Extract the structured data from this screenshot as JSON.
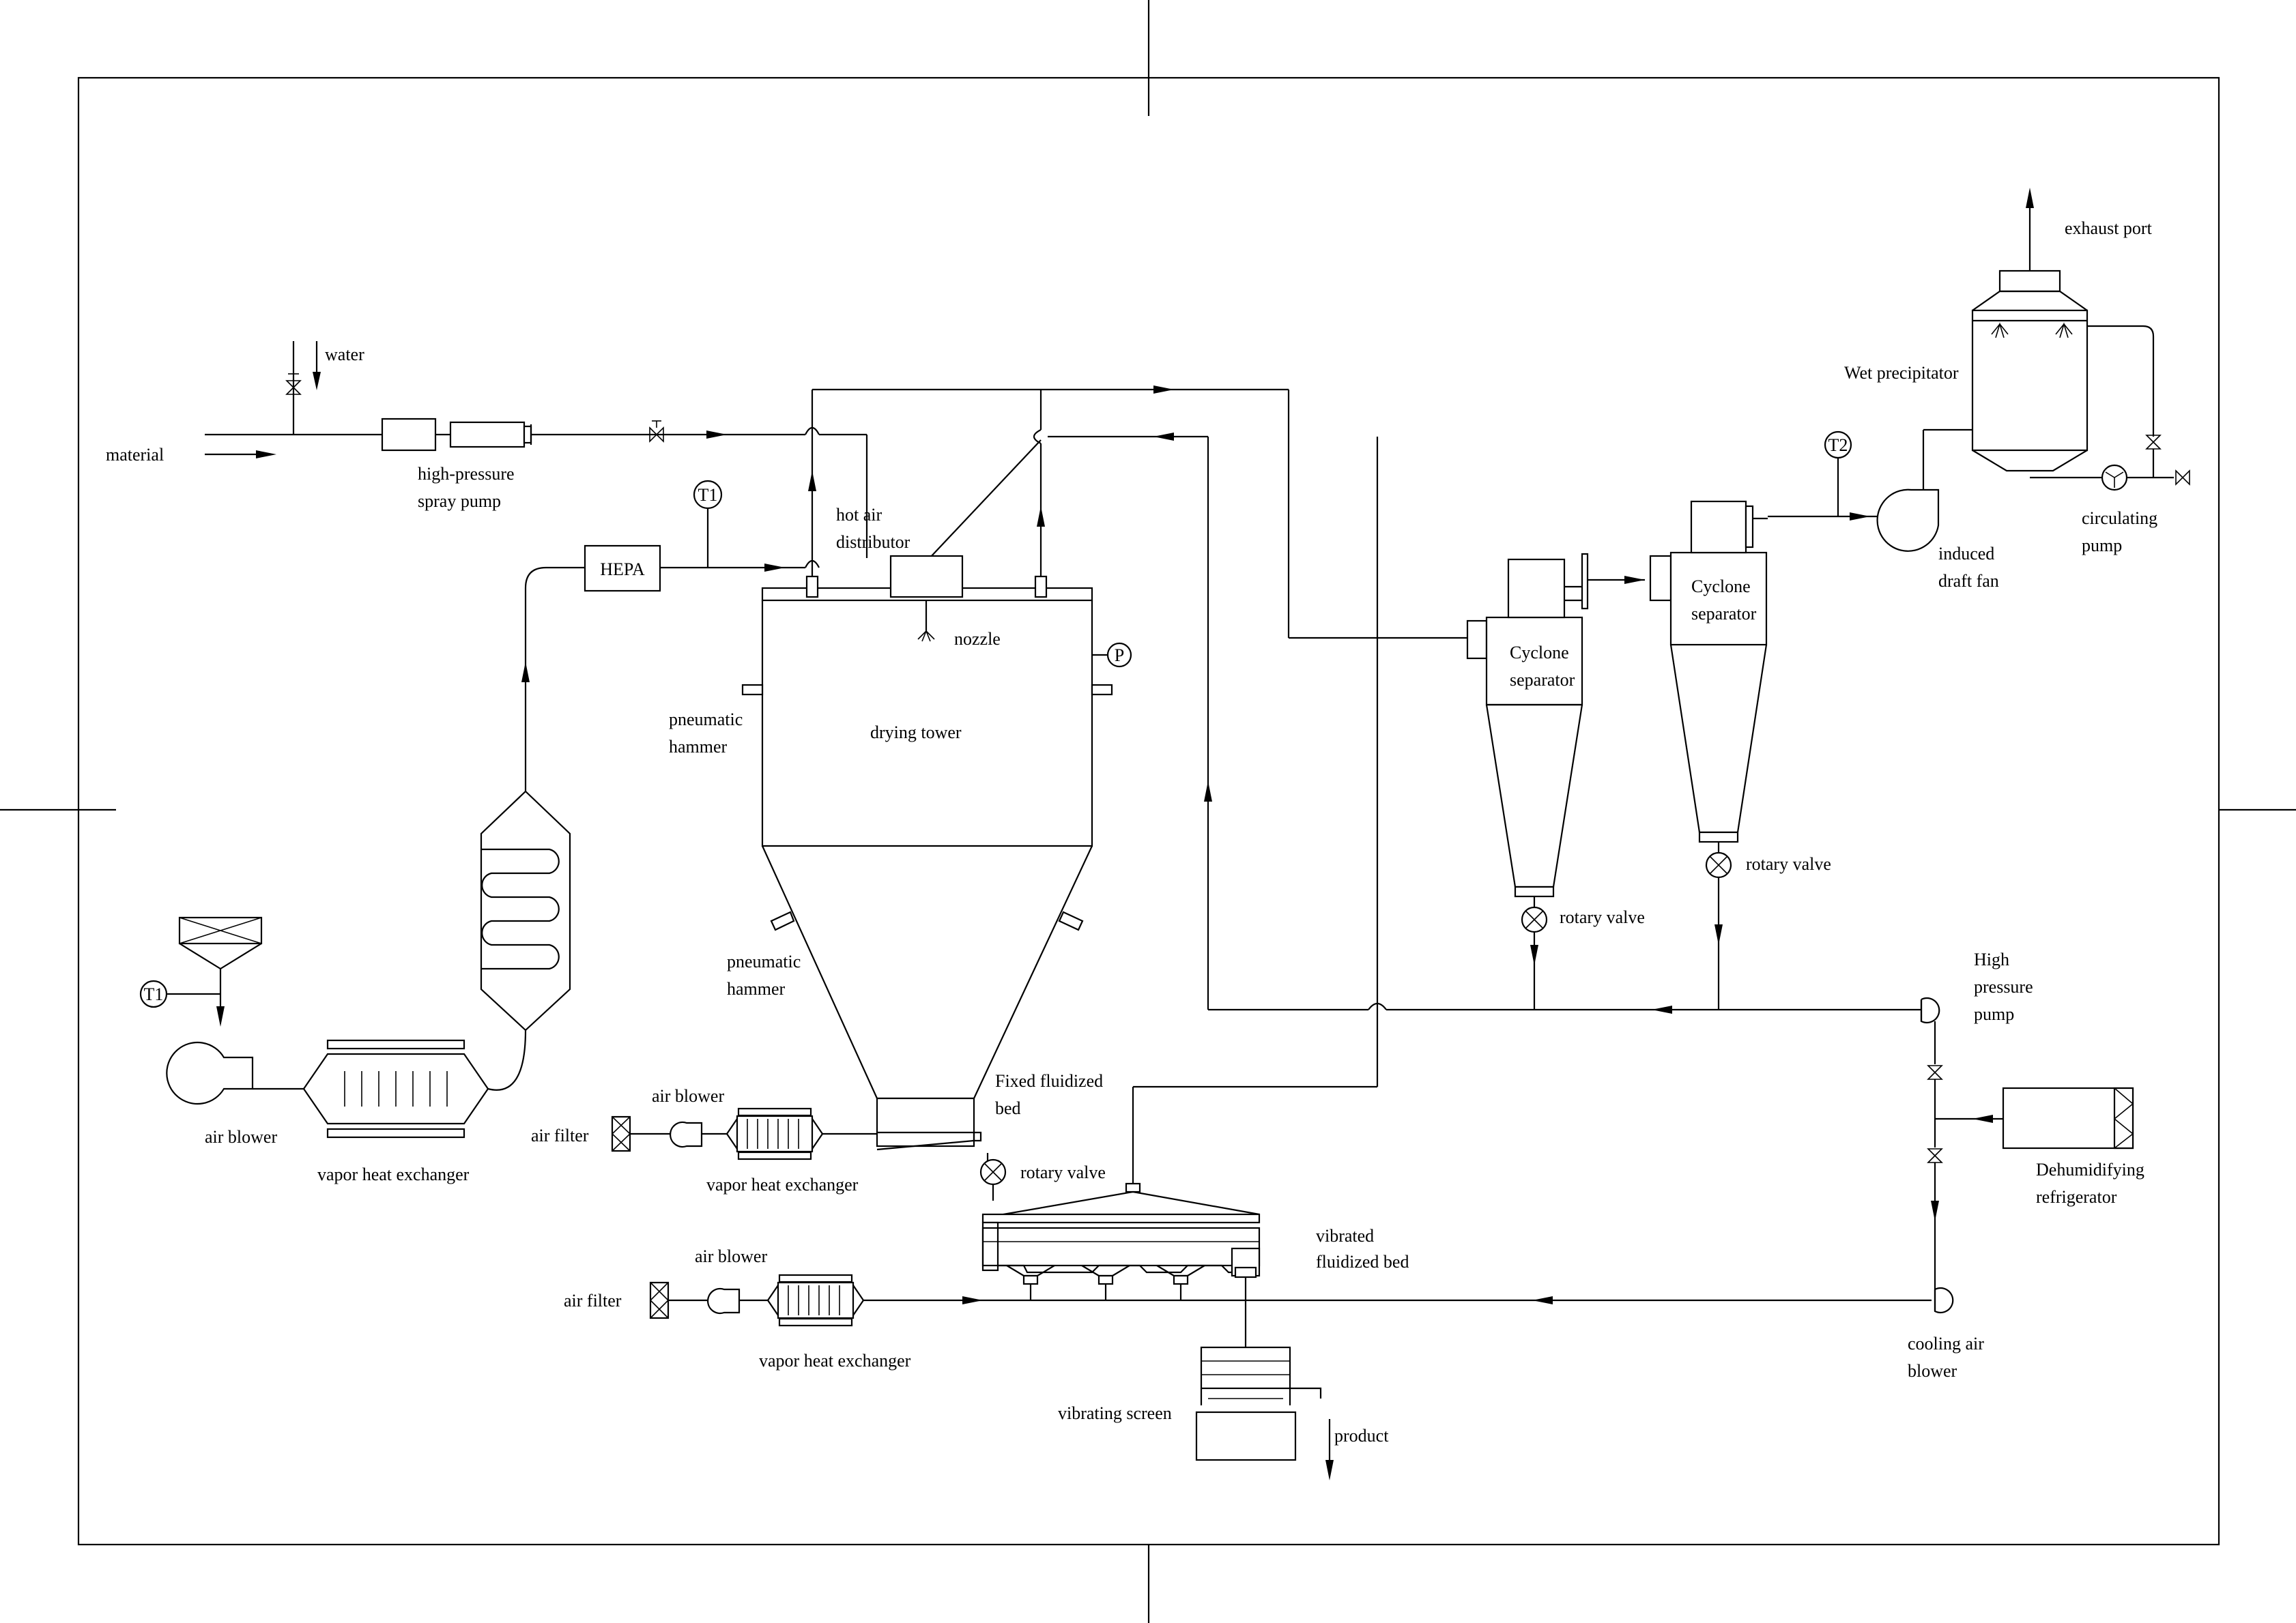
{
  "labels": {
    "water": "water",
    "material": "material",
    "pump_line1": "high-pressure",
    "pump_line2": "spray pump",
    "t1": "T1",
    "t1_left": "T1",
    "t2": "T2",
    "p_gauge": "P",
    "hepa": "HEPA",
    "hot_air_line1": "hot air",
    "hot_air_line2": "distributor",
    "nozzle": "nozzle",
    "hammer_top_line1": "pneumatic",
    "hammer_top_line2": "hammer",
    "drying_tower": "drying tower",
    "hammer_cone_line1": "pneumatic",
    "hammer_cone_line2": "hammer",
    "fixed_fb_line1": "Fixed fluidized",
    "fixed_fb_line2": "bed",
    "rotary_valve_bed": "rotary valve",
    "air_blower_main": "air blower",
    "vhe_main": "vapor heat exchanger",
    "air_blower_mid": "air blower",
    "air_filter_mid": "air filter",
    "vhe_mid": "vapor heat exchanger",
    "air_blower_low": "air blower",
    "air_filter_low": "air filter",
    "vhe_low": "vapor heat exchanger",
    "vibrated_fb_line1": "vibrated",
    "vibrated_fb_line2": "fluidized bed",
    "vibrating_screen": "vibrating screen",
    "product": "product",
    "cyclone1_line1": "Cyclone",
    "cyclone1_line2": "separator",
    "cyclone2_line1": "Cyclone",
    "cyclone2_line2": "separator",
    "rotary_valve_c1": "rotary valve",
    "rotary_valve_c2": "rotary valve",
    "induced_line1": "induced",
    "induced_line2": "draft fan",
    "wet_precipitator": "Wet precipitator",
    "exhaust_port": "exhaust port",
    "circ_line1": "circulating",
    "circ_line2": "pump",
    "hp_pump_line1": "High",
    "hp_pump_line2": "pressure",
    "hp_pump_line3": "pump",
    "dehum_line1": "Dehumidifying",
    "dehum_line2": "refrigerator",
    "cooling_line1": "cooling air",
    "cooling_line2": "blower"
  }
}
